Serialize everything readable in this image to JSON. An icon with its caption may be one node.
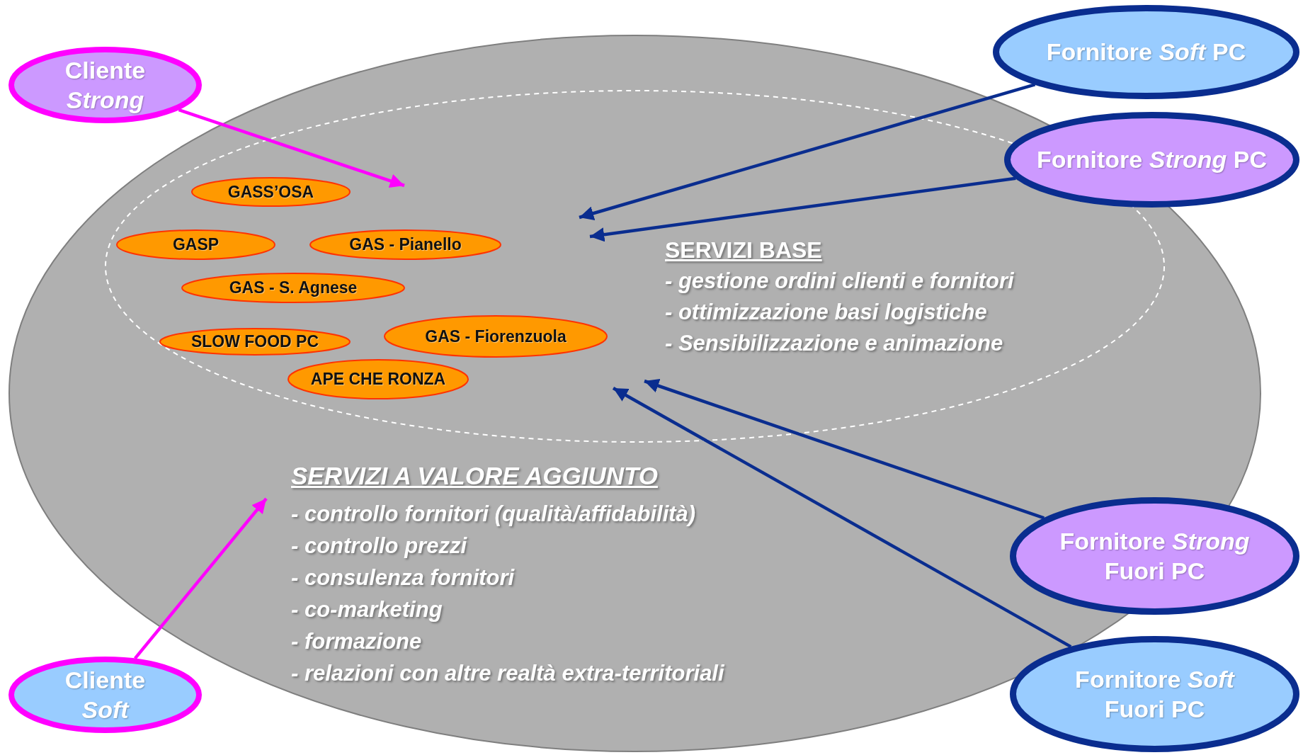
{
  "diagram": {
    "nodes": [
      {
        "text": [
          "SERVIZI A VALORE AGGIUNTO",
          "- controllo fornitori (qualità/affidabilità)",
          "- controllo prezzi",
          "- consulenza fornitori",
          "- co-marketing",
          "- formazione",
          "- relazioni con altre realtà extra-territoriali"
        ]
      },
      {
        "text": [
          "SERVIZI BASE",
          "- gestione ordini clienti e fornitori",
          "- ottimizzazione basi logistiche",
          "- Sensibilizzazione e animazione"
        ],
        "in": 0
      },
      {
        "text": [
          "GASS’OSA"
        ],
        "in": 1
      },
      {
        "text": [
          "GASP"
        ],
        "in": 1
      },
      {
        "text": [
          "GAS - Pianello"
        ],
        "in": 1
      },
      {
        "text": [
          "GAS - S. Agnese"
        ],
        "in": 1
      },
      {
        "text": [
          "SLOW FOOD PC"
        ],
        "in": 1
      },
      {
        "text": [
          "GAS - Fiorenzuola"
        ],
        "in": 1
      },
      {
        "text": [
          "APE CHE RONZA"
        ],
        "in": 1
      },
      {
        "text": [
          "Cliente *Strong*"
        ]
      },
      {
        "text": [
          "Cliente *Soft*"
        ]
      },
      {
        "text": [
          "Fornitore *Soft* PC"
        ]
      },
      {
        "text": [
          "Fornitore *Strong* PC"
        ]
      },
      {
        "text": [
          "Fornitore *Strong* Fuori PC"
        ]
      },
      {
        "text": [
          "Fornitore *Soft* Fuori PC"
        ]
      }
    ],
    "edges": [
      {
        "from": 9,
        "to": null,
        "arrow": "to",
        "color": "#ff00ff"
      },
      {
        "from": 10,
        "to": null,
        "arrow": "to",
        "color": "#ff00ff"
      },
      {
        "from": 11,
        "to": null,
        "arrow": "to"
      },
      {
        "from": 12,
        "to": null,
        "arrow": "to"
      },
      {
        "from": 13,
        "to": null,
        "arrow": "to"
      },
      {
        "from": 14,
        "to": null,
        "arrow": "to"
      }
    ]
  }
}
